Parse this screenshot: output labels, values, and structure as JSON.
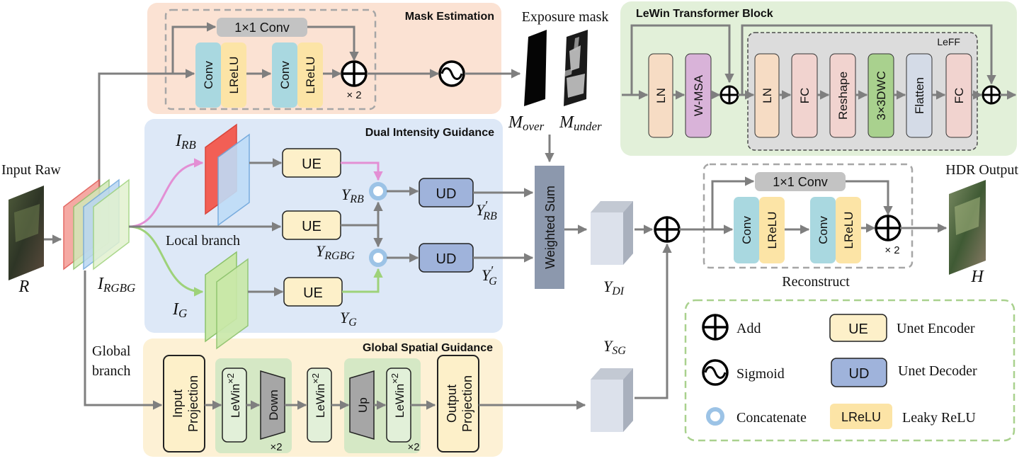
{
  "regions": {
    "mask_estimation": "Mask Estimation",
    "lewin_block": "LeWin Transformer Block",
    "leff": "LeFF",
    "dual_intensity": "Dual Intensity Guidance",
    "global_spatial": "Global Spatial Guidance"
  },
  "blocks": {
    "conv1x1": "1×1 Conv",
    "conv": "Conv",
    "lrelu": "LReLU",
    "x2": "× 2",
    "ln": "LN",
    "wmsa": "W-MSA",
    "fc": "FC",
    "reshape": "Reshape",
    "dwc": "3×3DWC",
    "flatten": "Flatten",
    "ue": "UE",
    "ud": "UD",
    "weighted_sum": "Weighted Sum",
    "input_proj": [
      "Input",
      "Projection"
    ],
    "output_proj": [
      "Output",
      "Projection"
    ],
    "lewin": "LeWin",
    "times2_sup": "×2",
    "down": "Down",
    "up": "Up",
    "times2": "×2"
  },
  "labels": {
    "exposure_mask": "Exposure mask",
    "input_raw": "Input Raw",
    "hdr_output": "HDR Output",
    "local_branch": "Local branch",
    "global_branch": [
      "Global",
      "branch"
    ],
    "reconstruct": "Reconstruct"
  },
  "symbols": {
    "R": "R",
    "H": "H",
    "I": "I",
    "M": "M",
    "Y": "Y",
    "sub_rb": "RB",
    "sub_rgbg": "RGBG",
    "sub_g": "G",
    "sub_over": "over",
    "sub_under": "under",
    "sub_di": "DI",
    "sub_sg": "SG",
    "prime": "′"
  },
  "legend": {
    "add": "Add",
    "sigmoid": "Sigmoid",
    "concatenate": "Concatenate",
    "ue_desc": "Unet Encoder",
    "ud_desc": "Unet Decoder",
    "lrelu_desc": "Leaky ReLU"
  },
  "colors": {
    "mask_bg": "#fbe2d3",
    "dual_bg": "#dde8f7",
    "global_bg": "#fdf1d5",
    "lewin_bg": "#e2f0d9",
    "conv": "#a9d8e0",
    "lrelu": "#fce4a6",
    "ue": "#fdf0c9",
    "ud": "#9fb3db",
    "ln": "#f6dcc4",
    "wmsa": "#d9b3d9",
    "fc": "#f1d3cf",
    "dwc": "#a9d18e",
    "flatten": "#d4dbe7",
    "weighted": "#8c98ad",
    "arrow": "#7f7f7f"
  },
  "icons": [
    "add-icon",
    "sigmoid-icon",
    "concatenate-icon",
    "dashed-frame"
  ]
}
